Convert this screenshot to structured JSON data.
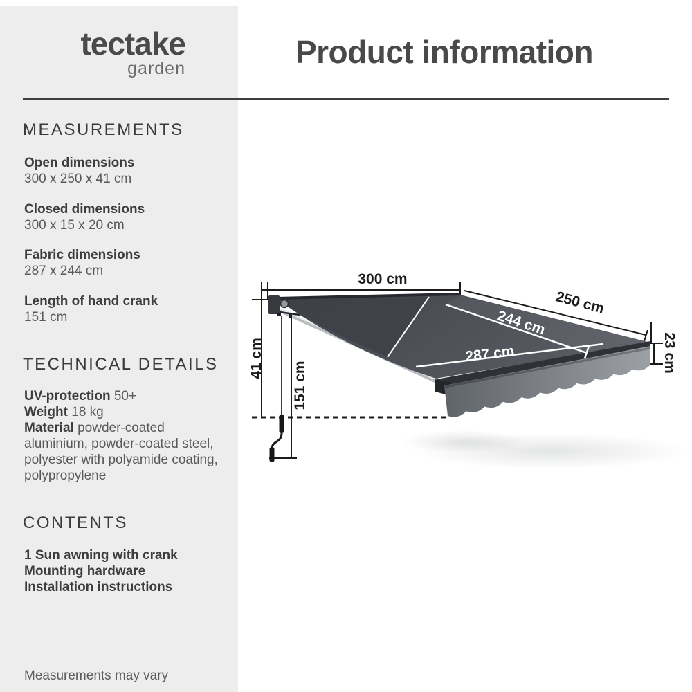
{
  "brand": {
    "name": "tectake",
    "sub": "garden"
  },
  "header": {
    "title": "Product information"
  },
  "measurements": {
    "heading": "MEASUREMENTS",
    "items": [
      {
        "label": "Open dimensions",
        "value": "300 x 250 x 41 cm"
      },
      {
        "label": "Closed dimensions",
        "value": "300 x 15 x 20 cm"
      },
      {
        "label": "Fabric dimensions",
        "value": "287 x 244 cm"
      },
      {
        "label": "Length of hand crank",
        "value": "151 cm"
      }
    ]
  },
  "technical": {
    "heading": "TECHNICAL DETAILS",
    "uv_label": "UV-protection",
    "uv_value": "50+",
    "weight_label": "Weight",
    "weight_value": "18 kg",
    "material_label": "Material",
    "material_value": "powder-coated aluminium, powder-coated steel, polyester with polyamide coating, polypropylene"
  },
  "contents_section": {
    "heading": "CONTENTS",
    "items": [
      "1 Sun awning with crank",
      "Mounting hardware",
      "Installation instructions"
    ]
  },
  "footer": {
    "note": "Measurements may vary"
  },
  "diagram": {
    "labels": {
      "width": "300 cm",
      "depth": "250 cm",
      "fabric_depth": "244 cm",
      "fabric_width": "287 cm",
      "height": "41 cm",
      "crank_length": "151 cm",
      "valance_height": "23 cm"
    }
  },
  "colors": {
    "sidebar_bg": "#ededed",
    "fabric": "#4b4f55",
    "front_bar": "#2e3136",
    "valance": "#8a8e93",
    "dimension_lines": "#1c1c1c",
    "text_dark": "#3d3d3d"
  }
}
